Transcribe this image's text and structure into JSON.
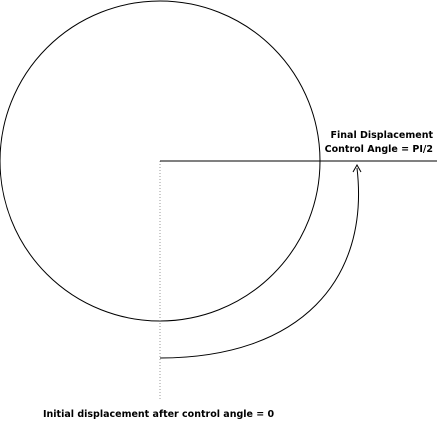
{
  "labels": {
    "final_line1": "Final Displacement",
    "final_line2": "Control Angle = PI/2",
    "initial": "Initial displacement after control angle = 0"
  },
  "colors": {
    "stroke": "#000000",
    "dotted": "#999999",
    "background": "#ffffff"
  }
}
